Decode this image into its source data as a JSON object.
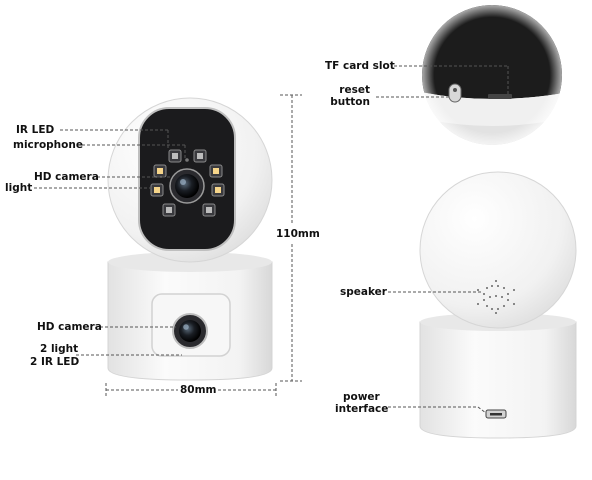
{
  "front_view": {
    "labels": {
      "ir_led": "IR LED",
      "microphone": "microphone",
      "hd_camera_top": "HD camera",
      "light": "light",
      "hd_camera_bottom": "HD camera",
      "two_light": "2 light",
      "two_ir_led": "2 IR LED"
    },
    "dimensions": {
      "height": "110mm",
      "width": "80mm"
    }
  },
  "rear_view": {
    "labels": {
      "tf_card_slot": "TF card slot",
      "reset_line1": "reset",
      "reset_line2": "button",
      "speaker": "speaker",
      "power_line1": "power",
      "power_line2": "interface"
    }
  },
  "colors": {
    "body_white": "#f3f3f3",
    "face_dark": "#1b1b1d",
    "warm_led": "#f6d58a",
    "leader_line": "#555555",
    "label_text": "#111111"
  }
}
